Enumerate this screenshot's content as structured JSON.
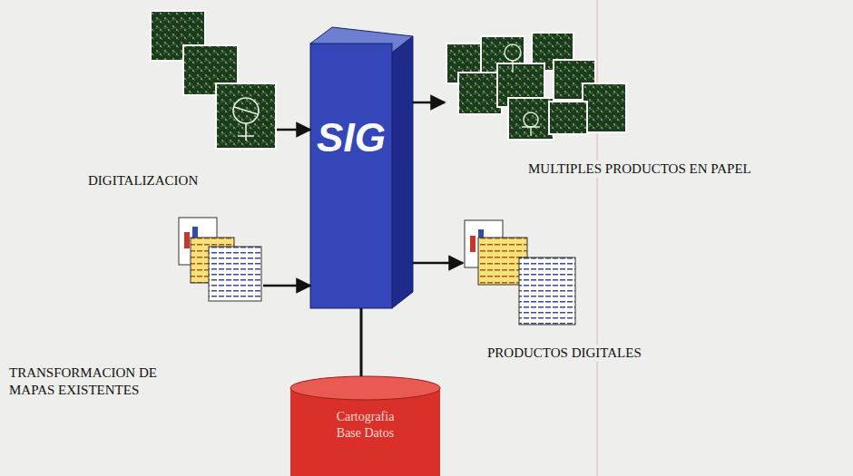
{
  "diagram": {
    "nodes": [
      {
        "text": [
          "DIGITALIZACION"
        ]
      },
      {
        "text": [
          "SIG"
        ]
      },
      {
        "text": [
          "MULTIPLES PRODUCTOS EN PAPEL"
        ]
      },
      {
        "text": [
          "TRANSFORMACION DE MAPAS EXISTENTES"
        ]
      },
      {
        "text": [
          "PRODUCTOS DIGITALES"
        ]
      },
      {
        "text": [
          "Cartografia Base Datos"
        ]
      }
    ],
    "edges": [
      {
        "from": 0,
        "to": 1,
        "arrow": "to"
      },
      {
        "from": 1,
        "to": 2,
        "arrow": "to"
      },
      {
        "from": 3,
        "to": 1,
        "arrow": "to"
      },
      {
        "from": 1,
        "to": 4,
        "arrow": "to"
      },
      {
        "from": 1,
        "to": 5,
        "arrow": "none"
      }
    ]
  }
}
